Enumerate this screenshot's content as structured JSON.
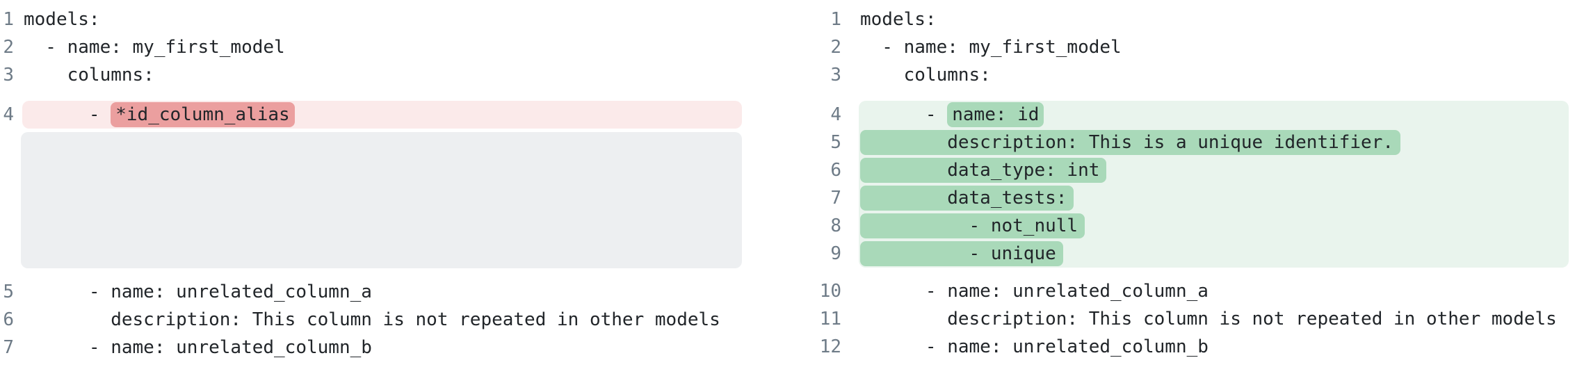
{
  "view": "yaml-diff-side-by-side",
  "colors": {
    "background": "#ffffff",
    "code_text": "#212529",
    "line_number": "#6e7b87",
    "removed_line_bg": "#fbeaea",
    "removed_word_bg": "#eb9f9f",
    "added_line_bg": "#e9f4ed",
    "added_word_bg": "#a9d9b9",
    "collapsed_placeholder_bg": "#edeff1"
  },
  "panes": [
    {
      "id": "old",
      "groups": [
        {
          "kind": "plain",
          "lines": [
            {
              "n": "1",
              "text": "models:"
            },
            {
              "n": "2",
              "text": "  - name: my_first_model"
            },
            {
              "n": "3",
              "text": "    columns:"
            }
          ]
        },
        {
          "kind": "removed",
          "placeholder": true,
          "lines": [
            {
              "n": "4",
              "pre": "      - ",
              "mark": "*id_column_alias",
              "post": "",
              "full": false
            }
          ]
        },
        {
          "kind": "plain",
          "lines": [
            {
              "n": "5",
              "text": "      - name: unrelated_column_a"
            },
            {
              "n": "6",
              "text": "        description: This column is not repeated in other models"
            },
            {
              "n": "7",
              "text": "      - name: unrelated_column_b"
            }
          ]
        }
      ]
    },
    {
      "id": "new",
      "groups": [
        {
          "kind": "plain",
          "lines": [
            {
              "n": "1",
              "text": "models:"
            },
            {
              "n": "2",
              "text": "  - name: my_first_model"
            },
            {
              "n": "3",
              "text": "    columns:"
            }
          ]
        },
        {
          "kind": "added",
          "placeholder": false,
          "lines": [
            {
              "n": "4",
              "pre": "      - ",
              "mark": "name: id",
              "post": "",
              "full": false
            },
            {
              "n": "5",
              "pre": "",
              "mark": "        description: This is a unique identifier.",
              "post": "",
              "full": true
            },
            {
              "n": "6",
              "pre": "",
              "mark": "        data_type: int",
              "post": "",
              "full": true
            },
            {
              "n": "7",
              "pre": "",
              "mark": "        data_tests:",
              "post": "",
              "full": true
            },
            {
              "n": "8",
              "pre": "",
              "mark": "          - not_null",
              "post": "",
              "full": true
            },
            {
              "n": "9",
              "pre": "",
              "mark": "          - unique",
              "post": "",
              "full": true
            }
          ]
        },
        {
          "kind": "plain",
          "lines": [
            {
              "n": "10",
              "text": "      - name: unrelated_column_a"
            },
            {
              "n": "11",
              "text": "        description: This column is not repeated in other models"
            },
            {
              "n": "12",
              "text": "      - name: unrelated_column_b"
            }
          ]
        }
      ]
    }
  ]
}
